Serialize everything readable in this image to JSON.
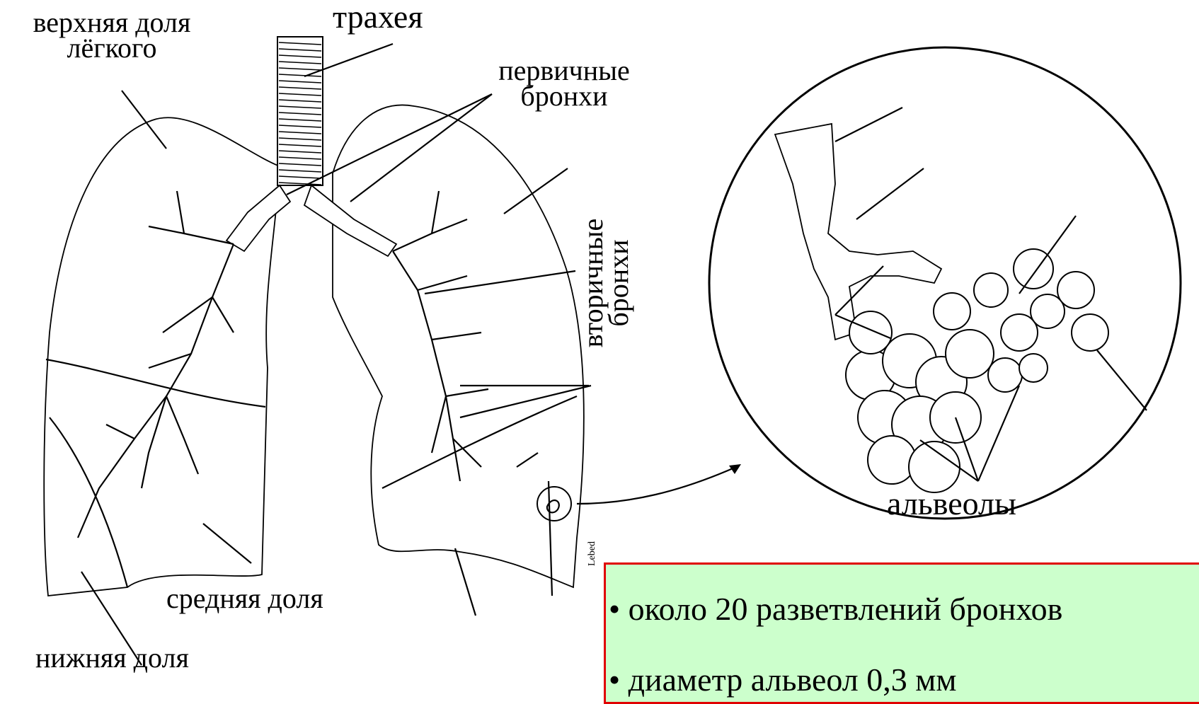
{
  "labels": {
    "upper_lobe": "верхняя доля\nлёгкого",
    "trachea": "трахея",
    "primary_bronchi": "первичные\nбронхи",
    "secondary_bronchi": "вторичные\nбронхи",
    "middle_lobe": "средняя доля",
    "lower_lobe": "нижняя доля",
    "alveoli": "альвеолы",
    "signature": "Lebed"
  },
  "facts": [
    "около 20 разветвлений бронхов",
    "диаметр альвеол 0,3 мм"
  ],
  "colors": {
    "box_fill": "#ccffcc",
    "box_border": "#e00000",
    "ink": "#000000"
  }
}
